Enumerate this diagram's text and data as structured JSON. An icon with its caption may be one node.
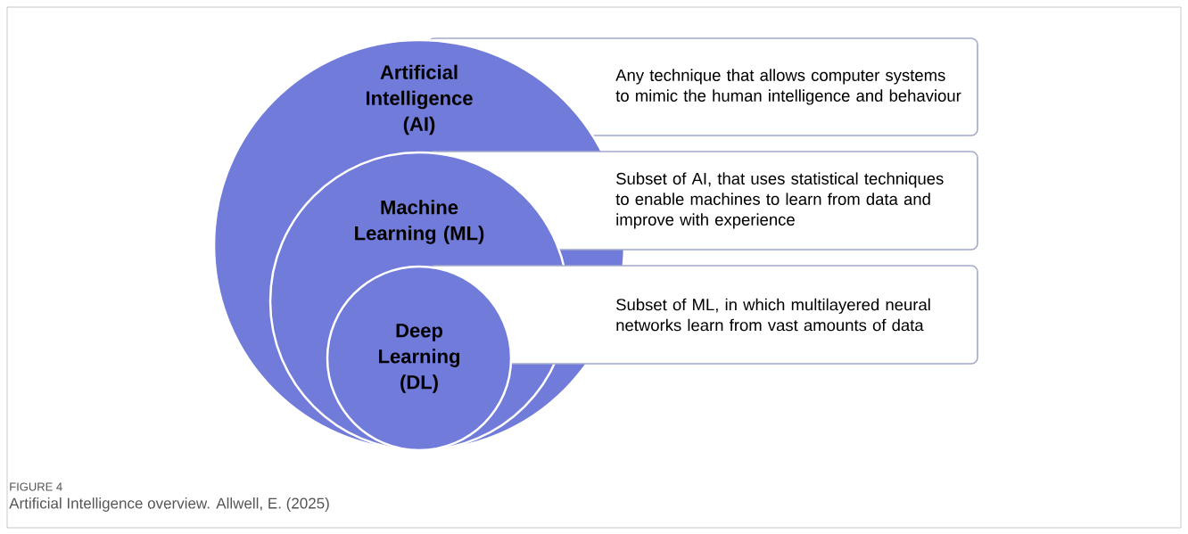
{
  "diagram": {
    "caption": "Artificial Intelligence overview. Allwell, E. (2025)",
    "nodes": [
      {
        "text": [
          "Artificial Intelligence (AI)"
        ]
      },
      {
        "text": [
          "Any technique that allows computer systems to mimic the human intelligence and behaviour"
        ]
      },
      {
        "text": [
          "Machine Learning (ML)"
        ],
        "in": 0
      },
      {
        "text": [
          "Subset of AI, that uses statistical techniques to enable machines to learn from data and improve with experience"
        ]
      },
      {
        "text": [
          "Deep Learning (DL)"
        ],
        "in": 2
      },
      {
        "text": [
          "Subset of ML, in which multilayered neural networks learn from vast amounts of data"
        ]
      }
    ],
    "edges": [],
    "labels": [
      "FIGURE 4"
    ]
  }
}
